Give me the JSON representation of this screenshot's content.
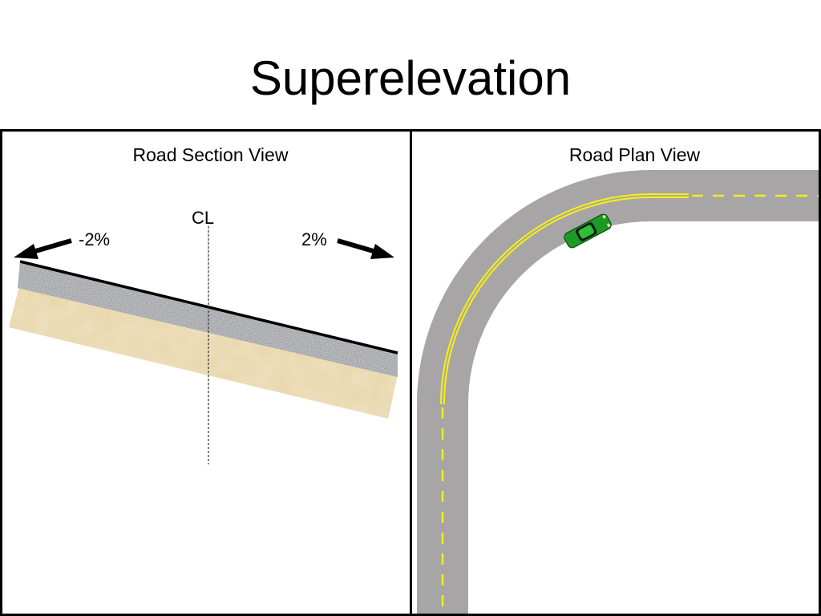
{
  "title": "Superelevation",
  "section_view": {
    "title": "Road Section View",
    "centerline_label": "CL",
    "left_slope": "-2%",
    "right_slope": "2%"
  },
  "plan_view": {
    "title": "Road Plan View"
  },
  "colors": {
    "road_gray": "#a7a5a6",
    "lane_yellow": "#f2ee1a",
    "sand": "#e8d6aa",
    "gravel": "#8e9094",
    "car_green": "#1c9a24"
  }
}
